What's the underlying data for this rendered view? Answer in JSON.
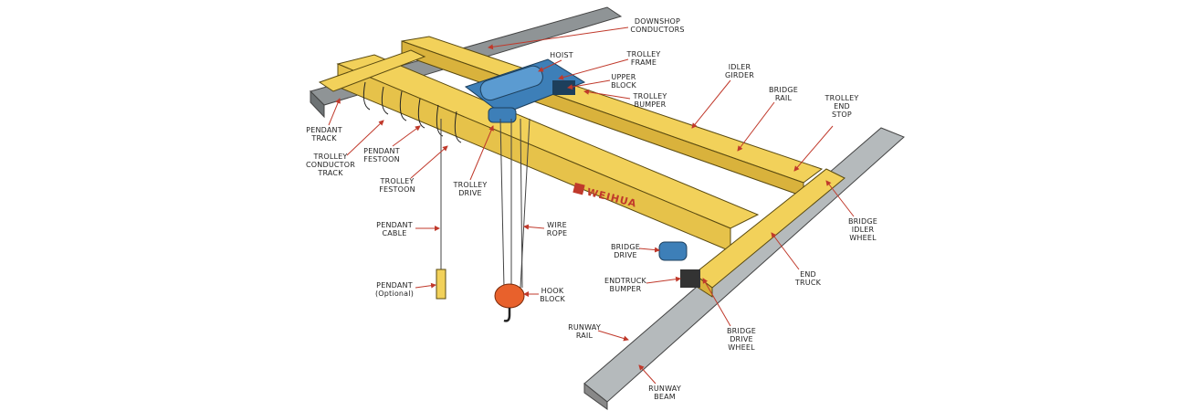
{
  "brand": "WEIHUA",
  "colors": {
    "girder": "#f2d15a",
    "girder_dark": "#d9b23c",
    "trolley": "#3d7fb8",
    "hook": "#e8612c",
    "beam": "#a9aeb0",
    "leader": "#c0392b"
  },
  "labels": {
    "downshop": [
      "DOWNSHOP",
      "CONDUCTORS"
    ],
    "hoist": [
      "HOIST"
    ],
    "trolley_frame": [
      "TROLLEY",
      "FRAME"
    ],
    "upper_block": [
      "UPPER",
      "BLOCK"
    ],
    "trolley_bumper": [
      "TROLLEY",
      "BUMPER"
    ],
    "idler_girder": [
      "IDLER",
      "GIRDER"
    ],
    "bridge_rail": [
      "BRIDGE",
      "RAIL"
    ],
    "trolley_end_stop": [
      "TROLLEY",
      "END",
      "STOP"
    ],
    "pendant_track": [
      "PENDANT",
      "TRACK"
    ],
    "trolley_conductor_track": [
      "TROLLEY",
      "CONDUCTOR",
      "TRACK"
    ],
    "pendant_festoon": [
      "PENDANT",
      "FESTOON"
    ],
    "trolley_festoon": [
      "TROLLEY",
      "FESTOON"
    ],
    "trolley_drive": [
      "TROLLEY",
      "DRIVE"
    ],
    "pendant_cable": [
      "PENDANT",
      "CABLE"
    ],
    "wire_rope": [
      "WIRE",
      "ROPE"
    ],
    "bridge_drive": [
      "BRIDGE",
      "DRIVE"
    ],
    "endtruck_bumper": [
      "ENDTRUCK",
      "BUMPER"
    ],
    "hook_block": [
      "HOOK",
      "BLOCK"
    ],
    "pendant": [
      "PENDANT",
      "(Optional)"
    ],
    "bridge_idler_wheel": [
      "BRIDGE",
      "IDLER",
      "WHEEL"
    ],
    "end_truck": [
      "END",
      "TRUCK"
    ],
    "bridge_drive_wheel": [
      "BRIDGE",
      "DRIVE",
      "WHEEL"
    ],
    "runway_rail": [
      "RUNWAY",
      "RAIL"
    ],
    "runway_beam": [
      "RUNWAY",
      "BEAM"
    ]
  }
}
